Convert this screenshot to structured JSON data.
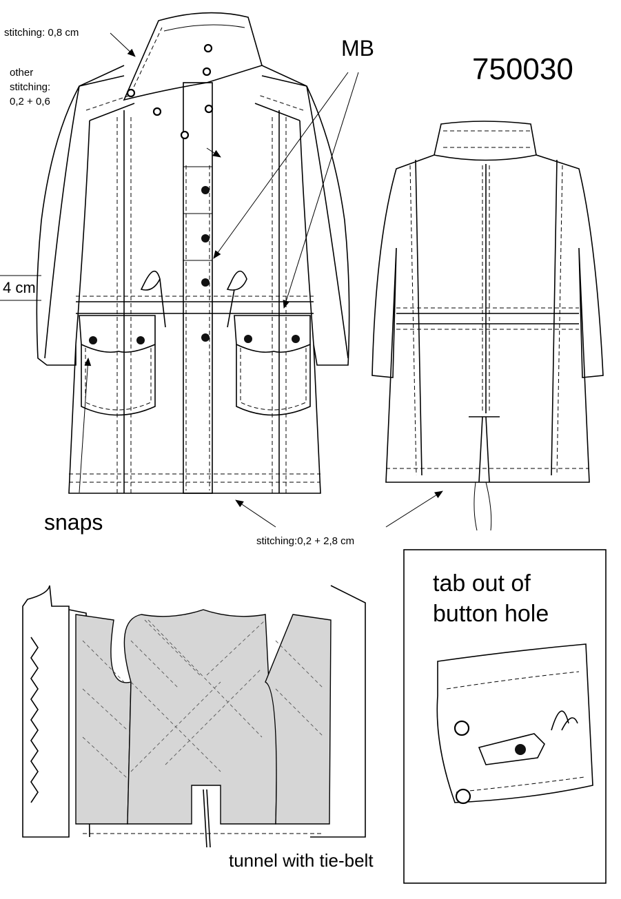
{
  "model_number": "750030",
  "labels": {
    "stitching_collar": "stitching: 0,8 cm",
    "other_stitching": [
      "other",
      "stitching:",
      "0,2 + 0,6"
    ],
    "mb": "MB",
    "four_cm": "4 cm",
    "snaps": "snaps",
    "stitching_hem": "stitching:0,2 + 2,8 cm",
    "tab_title": [
      "tab out of",
      "button hole"
    ],
    "tunnel": "tunnel with tie-belt"
  },
  "colors": {
    "ink": "#000000",
    "lining_fill": "#d6d6d6",
    "paper": "#ffffff"
  }
}
